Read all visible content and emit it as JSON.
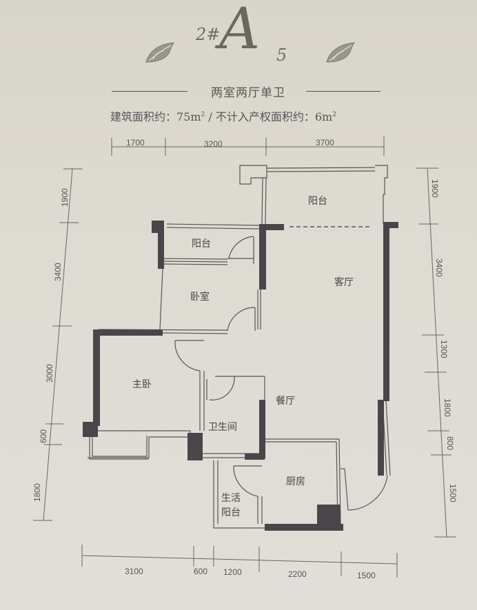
{
  "header": {
    "unit_prefix": "2#",
    "unit_letter": "A",
    "unit_suffix": "5",
    "layout_type": "两室两厅单卫",
    "building_area_label": "建筑面积约：",
    "building_area_value": "75m",
    "area_unit_sup": "2",
    "separator": " / ",
    "excluded_area_label": "不计入产权面积约：",
    "excluded_area_value": "6m"
  },
  "rooms": [
    {
      "id": "balcony-top",
      "label": "阳台"
    },
    {
      "id": "balcony-small",
      "label": "阳台"
    },
    {
      "id": "bedroom",
      "label": "卧室"
    },
    {
      "id": "living-room",
      "label": "客厅"
    },
    {
      "id": "master-bedroom",
      "label": "主卧"
    },
    {
      "id": "dining-room",
      "label": "餐厅"
    },
    {
      "id": "bathroom",
      "label": "卫生间"
    },
    {
      "id": "kitchen",
      "label": "厨房"
    },
    {
      "id": "utility-balcony",
      "label_line1": "生活",
      "label_line2": "阳台"
    }
  ],
  "dimensions": {
    "top": [
      "1700",
      "3200",
      "3700"
    ],
    "bottom": [
      "3100",
      "600",
      "1200",
      "2200",
      "1500"
    ],
    "left": [
      "1900",
      "3400",
      "3000",
      "600",
      "1800"
    ],
    "right": [
      "1900",
      "3400",
      "1300",
      "1800",
      "800",
      "1500"
    ]
  },
  "colors": {
    "wall_dark": "#4a4548",
    "line": "#555555",
    "paper": "#dedbd2"
  }
}
